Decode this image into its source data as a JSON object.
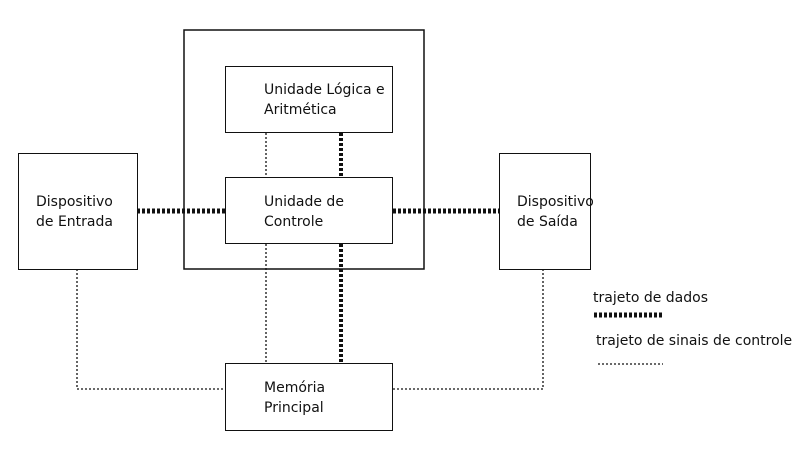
{
  "diagram": {
    "nodes": {
      "input_device": "Dispositivo\nde Entrada",
      "alu": "Unidade Lógica e\nAritmética",
      "control_unit": "Unidade de\nControle",
      "output_device": "Dispositivo\nde Saída",
      "main_memory": "Memória\nPrincipal"
    },
    "legend": {
      "data_path": "trajeto de dados",
      "control_path": "trajeto de sinais de controle"
    },
    "colors": {
      "line": "#111111"
    }
  }
}
